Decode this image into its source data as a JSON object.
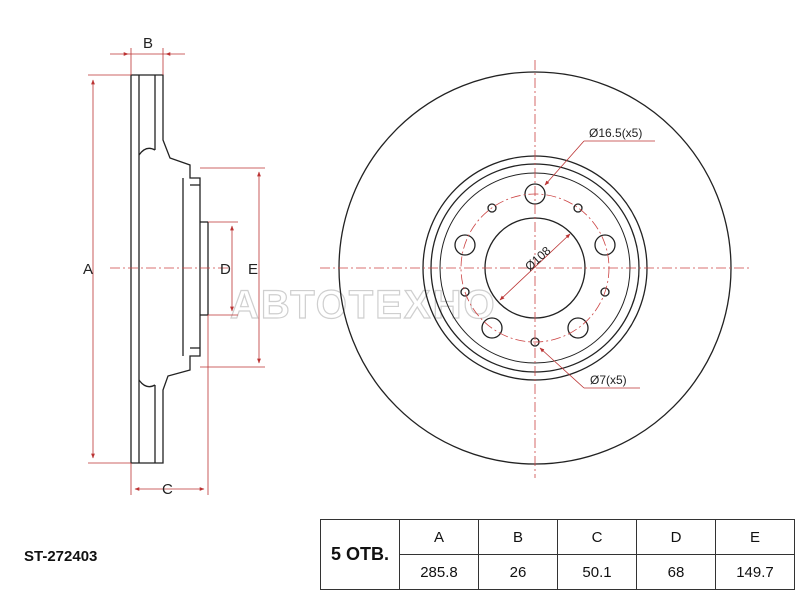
{
  "part_number": "ST-272403",
  "watermark": "АВТОТЕХНО",
  "diagram": {
    "labels": {
      "A": "A",
      "B": "B",
      "C": "C",
      "D": "D",
      "E": "E"
    },
    "annotations": {
      "bolt_holes": "Ø16.5(x5)",
      "pcd": "Ø108",
      "small_holes": "Ø7(x5)"
    }
  },
  "table": {
    "holes_label": "5 ОТВ.",
    "headers": [
      "A",
      "B",
      "C",
      "D",
      "E"
    ],
    "values": [
      "285.8",
      "26",
      "50.1",
      "68",
      "149.7"
    ]
  }
}
